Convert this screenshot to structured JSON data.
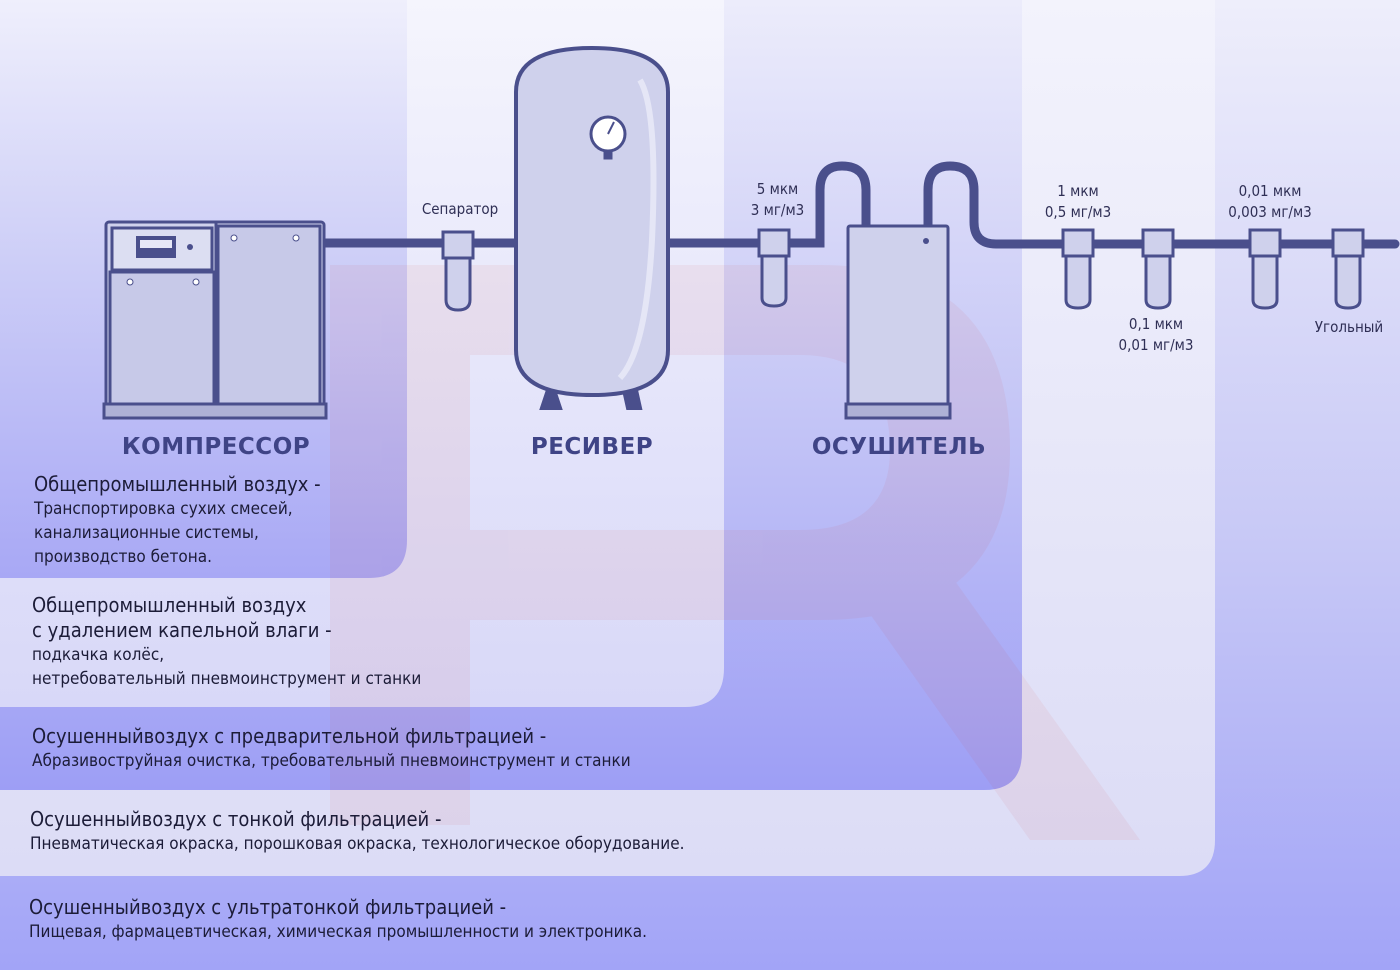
{
  "colors": {
    "outline": "#4a4f8c",
    "equipment_fill": "#cfd1ec",
    "zone_bands": [
      "#a8a8f5",
      "#d8d8f8",
      "#9d9ef5",
      "#dcdcf6",
      "#a2a4f7"
    ],
    "title_text": "#3f4486"
  },
  "equipment": {
    "compressor": "КОМПРЕССОР",
    "receiver": "РЕСИВЕР",
    "dryer": "ОСУШИТЕЛЬ"
  },
  "filters": {
    "separator": "Сепаратор",
    "f1_size": "5 мкм",
    "f1_oil": "3 мг/м3",
    "f2_size": "1 мкм",
    "f2_oil": "0,5 мг/м3",
    "f3_size": "0,1 мкм",
    "f3_oil": "0,01 мг/м3",
    "f4_size": "0,01 мкм",
    "f4_oil": "0,003 мг/м3",
    "carbon": "Угольный"
  },
  "zones": [
    {
      "heading": "Общепромышленный воздух -",
      "lines": [
        "Транспортировка сухих смесей,",
        "канализационные системы,",
        "производство бетона."
      ]
    },
    {
      "heading_lines": [
        "Общепромышленный воздух",
        "с удалением капельной влаги -"
      ],
      "lines": [
        "подкачка колёс,",
        "нетребовательный пневмоинструмент и станки"
      ]
    },
    {
      "heading": "Осушенныйвоздух с предварительной фильтрацией -",
      "lines": [
        "Абразивоструйная очистка, требовательный пневмоинструмент и станки"
      ]
    },
    {
      "heading": "Осушенныйвоздух с тонкой фильтрацией -",
      "lines": [
        "Пневматическая окраска, порошковая окраска, технологическое оборудование."
      ]
    },
    {
      "heading": "Осушенныйвоздух с ультратонкой фильтрацией -",
      "lines": [
        "Пищевая, фармацевтическая, химическая промышленности и электроника."
      ]
    }
  ]
}
